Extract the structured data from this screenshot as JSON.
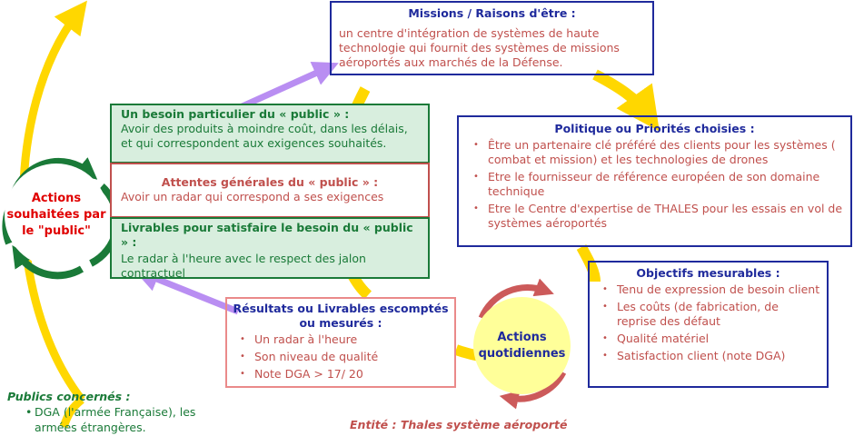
{
  "missions": {
    "title": "Missions  / Raisons d'être :",
    "body": "un centre d'intégration de systèmes de haute technologie qui fournit des systèmes de missions aéroportés aux marchés de la Défense."
  },
  "politique": {
    "title": "Politique  ou Priorités  choisies :",
    "items": [
      "Être un partenaire clé préféré des clients pour les systèmes ( combat et mission)  et les technologies de drones",
      "Etre le fournisseur  de référence européen de son domaine technique",
      "Etre le Centre d'expertise de THALES pour les essais en vol de systèmes aéroportés"
    ]
  },
  "objectifs": {
    "title": "Objectifs mesurables :",
    "items": [
      "Tenu de expression  de besoin client",
      "Les coûts  (de fabrication, de reprise des défaut",
      "Qualité matériel",
      "Satisfaction client (note DGA)"
    ]
  },
  "besoin": {
    "title": "Un besoin particulier  du « public » :",
    "body": "Avoir des produits  à moindre  coût, dans les délais, et qui correspondent  aux exigences souhaités."
  },
  "attentes": {
    "title": "Attentes générales du « public » :",
    "body": "Avoir un radar qui correspond  a ses exigences"
  },
  "livrables": {
    "title": "Livrables pour satisfaire le besoin du « public » :",
    "body": "Le radar à l'heure  avec le respect des jalon contractuel"
  },
  "resultats": {
    "title": "Résultats ou Livrables escomptés ou mesurés :",
    "items": [
      "Un radar à l'heure",
      "Son niveau de qualité",
      "Note DGA  > 17/ 20"
    ]
  },
  "actions_souhaitees": "Actions souhaitées par le \"public\"",
  "actions_quotidiennes": "Actions quotidiennes",
  "publics": {
    "title": "Publics  concernés :",
    "item": "DGA  (l'armée  Française), les armées  étrangères."
  },
  "entite": "Entité :  Thales système aéroporté",
  "colors": {
    "navy": "#1f2a9c",
    "red": "#c0504d",
    "green": "#1a7a38",
    "yellow": "#ffd700",
    "lavender": "#b98ef2"
  }
}
